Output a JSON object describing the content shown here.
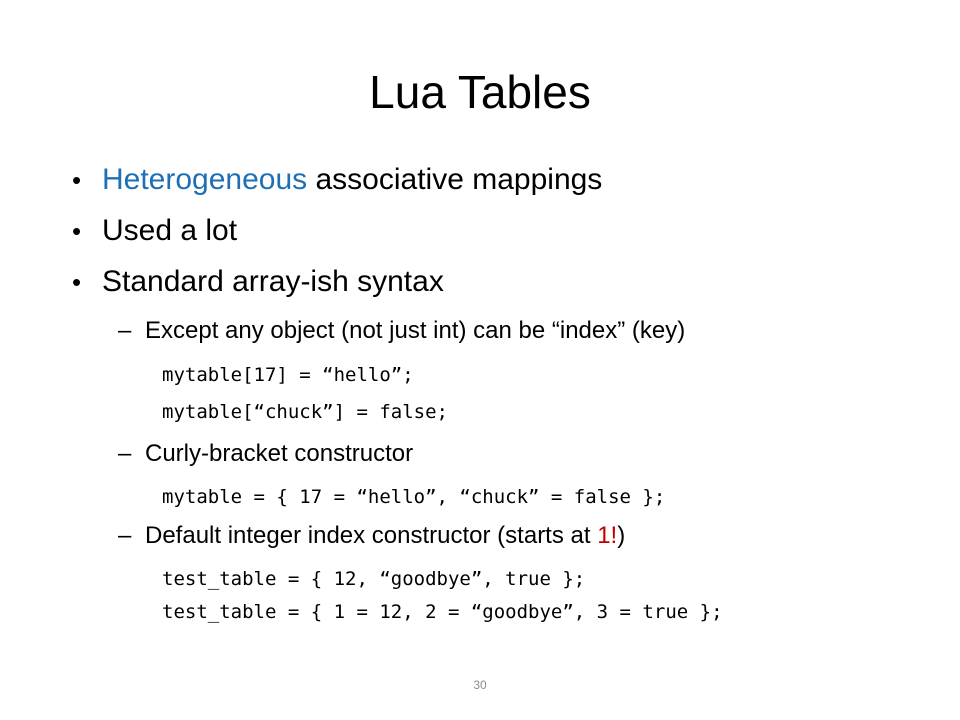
{
  "title": "Lua Tables",
  "bullets": [
    {
      "highlight": "Heterogeneous",
      "rest": " associative mappings"
    },
    {
      "text": "Used a lot"
    },
    {
      "text": "Standard array-ish syntax"
    }
  ],
  "bullet_glyph": "•",
  "dash_glyph": "–",
  "sub1": {
    "text": "Except any object (not just int) can be “index” (key)",
    "code": [
      "mytable[17] = “hello”;",
      "mytable[“chuck”] = false;"
    ]
  },
  "sub2": {
    "text": "Curly-bracket constructor",
    "code": [
      "mytable = { 17 = “hello”, “chuck” = false };"
    ]
  },
  "sub3": {
    "before": "Default integer index constructor (starts at ",
    "highlight": "1!",
    "after": ")",
    "code": [
      "test_table = { 12, “goodbye”, true };",
      "test_table = { 1 = 12, 2 = “goodbye”, 3 = true };"
    ]
  },
  "page_number": "30",
  "colors": {
    "highlight_blue": "#1f6fb5",
    "highlight_red": "#c00000",
    "page_number": "#8c8c8c"
  }
}
